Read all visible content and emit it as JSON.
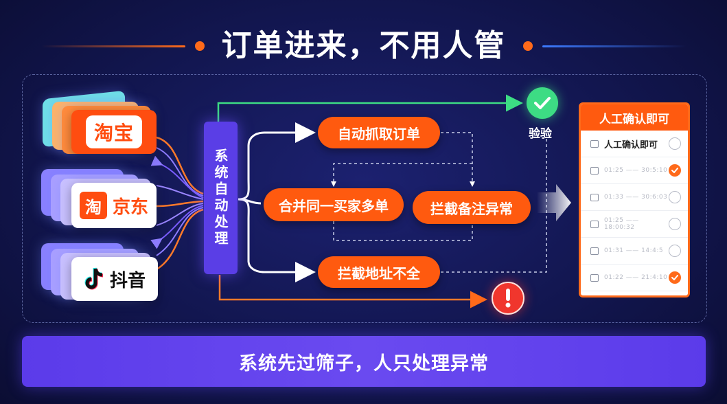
{
  "title": "订单进来，不用人管",
  "platforms": {
    "taobao": "淘宝",
    "jd_logo": "淘",
    "jd": "京东",
    "douyin": "抖音"
  },
  "system": {
    "label": "系统自动处理"
  },
  "steps": {
    "fetch": "自动抓取订单",
    "merge": "合并同一买家多单",
    "intercept_note": "拦截备注异常",
    "intercept_addr": "拦截地址不全"
  },
  "check_label": "验验",
  "panel": {
    "header": "人工确认即可",
    "rows": [
      {
        "text": "人工确认即可",
        "checked": false,
        "blurred": false
      },
      {
        "text": "01:25 —— 30:5:10",
        "checked": true,
        "blurred": true
      },
      {
        "text": "01:33 —— 30:6:03",
        "checked": false,
        "blurred": true
      },
      {
        "text": "01:25 —— 18:00:32",
        "checked": false,
        "blurred": true
      },
      {
        "text": "01:31 —— 14:4:5",
        "checked": false,
        "blurred": true
      },
      {
        "text": "01:22 —— 21:4:10",
        "checked": true,
        "blurred": true
      }
    ]
  },
  "banner": "系统先过筛子，人只处理异常",
  "colors": {
    "orange": "#ff5a0f",
    "purple": "#5a3ee6",
    "green": "#3ddc84",
    "red": "#f0362d",
    "blue": "#3d7bff"
  },
  "icons": [
    "check-circle-icon",
    "alert-icon",
    "douyin-note-icon",
    "arrow-right-icon"
  ]
}
